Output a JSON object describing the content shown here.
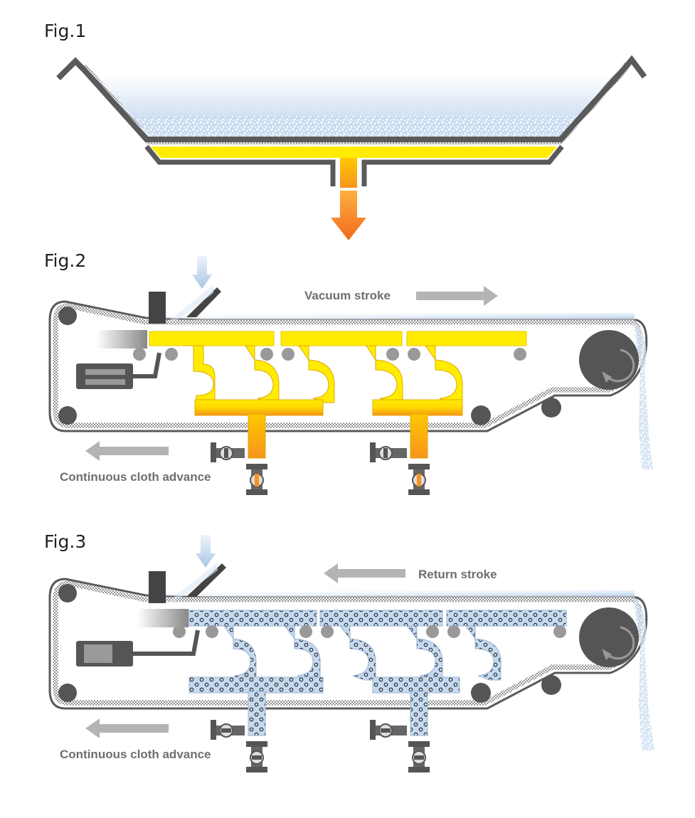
{
  "figures": [
    {
      "label": "Fig.1"
    },
    {
      "label": "Fig.2",
      "stroke_label": "Vacuum stroke",
      "advance_label": "Continuous cloth advance"
    },
    {
      "label": "Fig.3",
      "stroke_label": "Return stroke",
      "advance_label": "Continuous cloth advance"
    }
  ],
  "colors": {
    "frame": "#5a5a5a",
    "vacuum": "#ffec00",
    "vacuum_deep": "#f7941d",
    "filtrate_arrow": "#f7941d",
    "water": "#c5daf0",
    "roller": "#555555",
    "arrow_grey": "#b4b4b4",
    "text_grey": "#6e6e6e"
  }
}
